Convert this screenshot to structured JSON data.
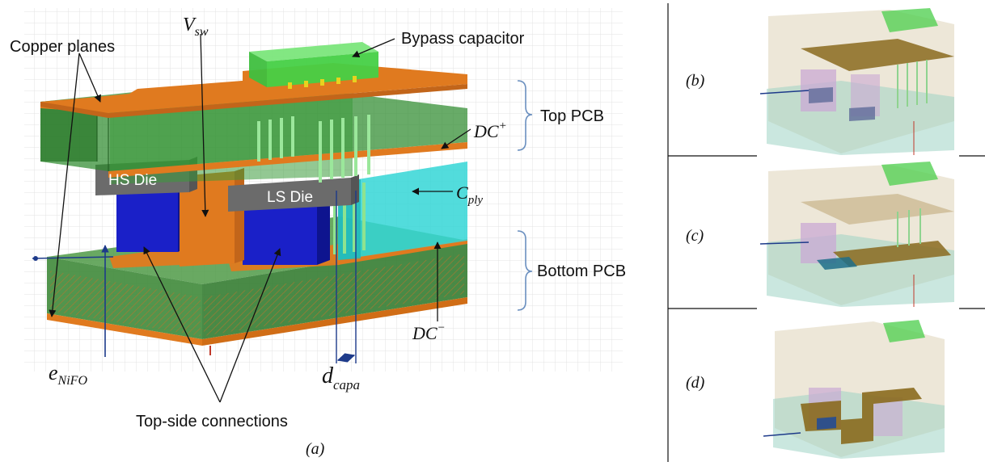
{
  "main": {
    "copper_planes": "Copper planes",
    "vsw_main": "V",
    "vsw_sub": "sw",
    "bypass_capacitor": "Bypass capacitor",
    "dc_plus_main": "DC",
    "dc_plus_sup": "+",
    "top_pcb": "Top PCB",
    "hs_die": "HS Die",
    "ls_die": "LS Die",
    "cply_main": "C",
    "cply_sub": "ply",
    "bottom_pcb": "Bottom PCB",
    "dc_minus_main": "DC",
    "dc_minus_sup": "−",
    "enifo_main": "e",
    "enifo_sub": "NiFO",
    "dcapa_main": "d",
    "dcapa_sub": "capa",
    "top_side_connections": "Top-side connections",
    "caption": "(a)"
  },
  "side": {
    "caption_b": "(b)",
    "caption_c": "(c)",
    "caption_d": "(d)"
  },
  "colors": {
    "copper": "#e07a1f",
    "laminate": "#3f8a3a",
    "die": "#6b6b6b",
    "nifo": "#1a20c8",
    "capacitor": "#46d046",
    "prepreg": "#34d6d6"
  }
}
